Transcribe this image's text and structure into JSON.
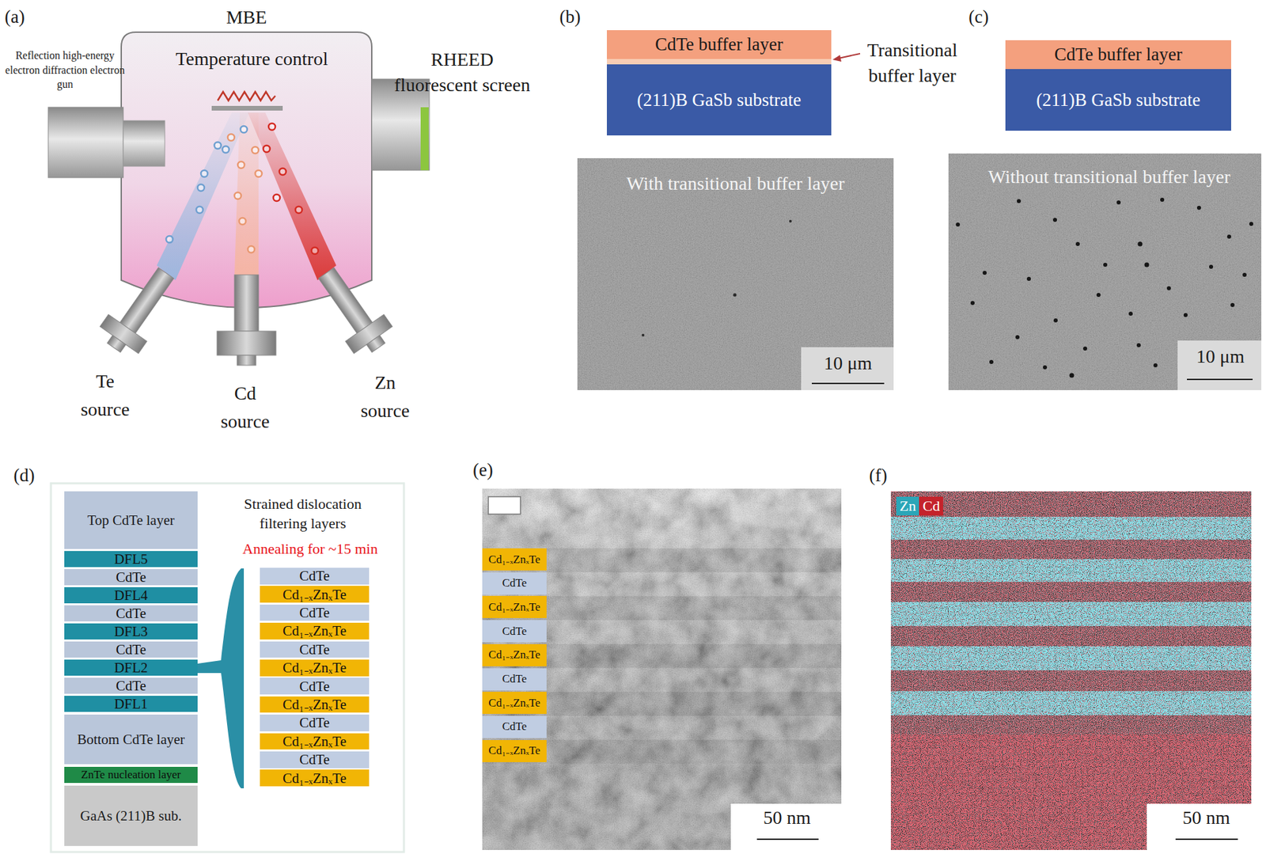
{
  "diagram": {
    "nodes": [
      {
        "text": [
          "CdTe buffer layer"
        ]
      },
      {
        "text": [
          "(211)B GaSb substrate"
        ]
      },
      {
        "text": [
          "CdTe buffer layer"
        ]
      },
      {
        "text": [
          "(211)B GaSb substrate"
        ]
      },
      {
        "text": [
          "Top CdTe layer"
        ]
      },
      {
        "text": [
          "DFL5"
        ]
      },
      {
        "text": [
          "CdTe"
        ]
      },
      {
        "text": [
          "DFL4"
        ]
      },
      {
        "text": [
          "CdTe"
        ]
      },
      {
        "text": [
          "DFL3"
        ]
      },
      {
        "text": [
          "CdTe"
        ]
      },
      {
        "text": [
          "DFL2"
        ]
      },
      {
        "text": [
          "CdTe"
        ]
      },
      {
        "text": [
          "DFL1"
        ]
      },
      {
        "text": [
          "Bottom CdTe layer"
        ]
      },
      {
        "text": [
          "ZnTe nucleation layer"
        ]
      },
      {
        "text": [
          "GaAs (211)B sub."
        ]
      },
      {
        "text": [
          "CdTe"
        ]
      },
      {
        "text": [
          "Cd₁₋ₓZnₓTe"
        ]
      },
      {
        "text": [
          "CdTe"
        ]
      },
      {
        "text": [
          "Cd₁₋ₓZnₓTe"
        ]
      },
      {
        "text": [
          "CdTe"
        ]
      },
      {
        "text": [
          "Cd₁₋ₓZnₓTe"
        ]
      },
      {
        "text": [
          "CdTe"
        ]
      },
      {
        "text": [
          "Cd₁₋ₓZnₓTe"
        ]
      },
      {
        "text": [
          "CdTe"
        ]
      },
      {
        "text": [
          "Cd₁₋ₓZnₓTe"
        ]
      },
      {
        "text": [
          "CdTe"
        ]
      },
      {
        "text": [
          "Cd₁₋ₓZnₓTe"
        ]
      },
      {
        "text": [
          "Cd₁₋ₓZnₓTe"
        ]
      },
      {
        "text": [
          "CdTe"
        ]
      },
      {
        "text": [
          "Cd₁₋ₓZnₓTe"
        ]
      },
      {
        "text": [
          "CdTe"
        ]
      },
      {
        "text": [
          "Cd₁₋ₓZnₓTe"
        ]
      },
      {
        "text": [
          "CdTe"
        ]
      },
      {
        "text": [
          "Cd₁₋ₓZnₓTe"
        ]
      },
      {
        "text": [
          "CdTe"
        ]
      },
      {
        "text": [
          "Cd₁₋ₓZnₓTe"
        ]
      }
    ],
    "labels": [
      "(a)",
      "MBE",
      "Reflection high-energy electron diffraction electron gun",
      "Temperature control",
      "RHEED fluorescent screen",
      "Te source",
      "Cd source",
      "Zn source",
      "(b)",
      "Transitional buffer layer",
      "With transitional buffer layer",
      "10 μm",
      "(c)",
      "Without transitional buffer layer",
      "10 μm",
      "(d)",
      "Strained dislocation filtering layers",
      "Annealing for ~15 min",
      "(e)",
      "50 nm",
      "(f)",
      "50 nm"
    ],
    "legend": [
      {
        "text": "Zn",
        "color": "#2ba6b8"
      },
      {
        "text": "Cd",
        "color": "#c4232b"
      }
    ]
  }
}
